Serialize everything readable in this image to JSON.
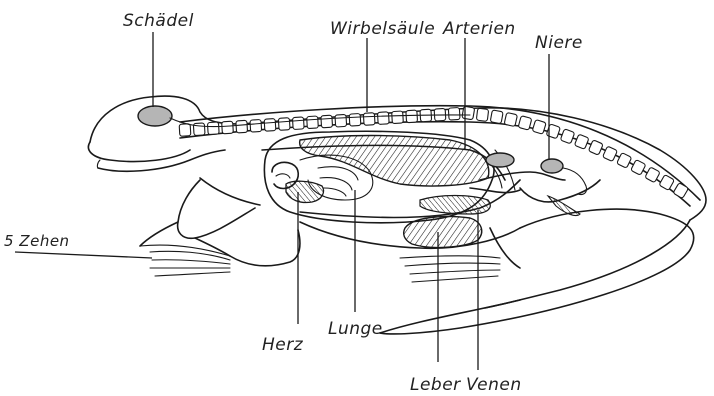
{
  "labels": {
    "skull": "Schädel",
    "spine": "Wirbelsäule",
    "arteries": "Arterien",
    "kidney": "Niere",
    "toes": "5 Zehen",
    "heart": "Herz",
    "lung": "Lunge",
    "liver": "Leber",
    "veins": "Venen"
  },
  "colors": {
    "ink": "#1a1a1a",
    "organ_fill": "#b5b5b5",
    "background": "#ffffff"
  }
}
